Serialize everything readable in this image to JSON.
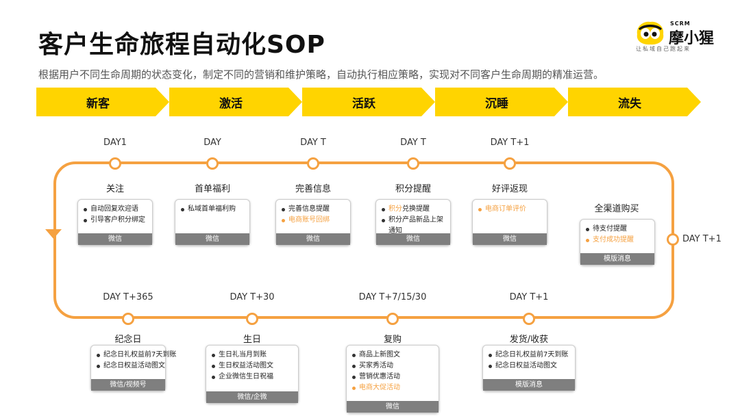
{
  "header": {
    "title": "客户生命旅程自动化SOP",
    "subtitle": "根据用户不同生命周期的状态变化，制定不同的营销和维护策略，自动执行相应策略，实现对不同客户生命周期的精准运营。"
  },
  "logo": {
    "scrm": "SCRM",
    "name": "摩小猩",
    "slogan": "让私域自己跑起来"
  },
  "stages": [
    "新客",
    "激活",
    "活跃",
    "沉睡",
    "流失"
  ],
  "colors": {
    "stage": "#FFD400",
    "track": "#F5A141",
    "highlight": "#F5A141",
    "card_footer": "#7F7F7F"
  },
  "top_steps": [
    {
      "day": "DAY1",
      "label": "关注",
      "items": [
        {
          "text": "自动回复欢迎语"
        },
        {
          "text": "引导客户积分绑定"
        }
      ],
      "channel": "微信"
    },
    {
      "day": "DAY",
      "label": "首单福利",
      "items": [
        {
          "text": "私域首单福利购"
        }
      ],
      "channel": "微信"
    },
    {
      "day": "DAY T",
      "label": "完善信息",
      "items": [
        {
          "text": "完善信息提醒"
        },
        {
          "text": "电商账号回绑",
          "hl": true
        }
      ],
      "channel": "微信"
    },
    {
      "day": "DAY T",
      "label": "积分提醒",
      "items": [
        {
          "text": "积分兑换提醒",
          "hl_prefix": "积分"
        },
        {
          "text": "积分产品新品上架"
        },
        {
          "text": "通知",
          "cont": true
        }
      ],
      "channel": "微信"
    },
    {
      "day": "DAY T+1",
      "label": "好评返现",
      "items": [
        {
          "text": "电商订单评价",
          "hl": true
        }
      ],
      "channel": "微信"
    }
  ],
  "right_step": {
    "day": "DAY T+1",
    "label": "全渠道购买",
    "items": [
      {
        "text": "待支付提醒"
      },
      {
        "text": "支付成功提醒",
        "hl": true
      }
    ],
    "channel": "模版消息"
  },
  "bottom_steps": [
    {
      "day": "DAY T+365",
      "label": "纪念日",
      "items": [
        {
          "text": "纪念日礼权益前7天到账"
        },
        {
          "text": "纪念日权益活动图文"
        }
      ],
      "channel": "微信/视频号"
    },
    {
      "day": "DAY T+30",
      "label": "生日",
      "items": [
        {
          "text": "生日礼当月到账"
        },
        {
          "text": "生日权益活动图文"
        },
        {
          "text": "企业微信生日祝福"
        }
      ],
      "channel": "微信/企微"
    },
    {
      "day": "DAY T+7/15/30",
      "label": "复购",
      "items": [
        {
          "text": "商品上新图文"
        },
        {
          "text": "买家秀活动"
        },
        {
          "text": "营销优惠活动"
        },
        {
          "text": "电商大促活动",
          "hl": true
        }
      ],
      "channel": "微信"
    },
    {
      "day": "DAY T+1",
      "label": "发货/收获",
      "items": [
        {
          "text": "纪念日礼权益前7天到账"
        },
        {
          "text": "纪念日权益活动图文"
        }
      ],
      "channel": "模版消息"
    }
  ]
}
